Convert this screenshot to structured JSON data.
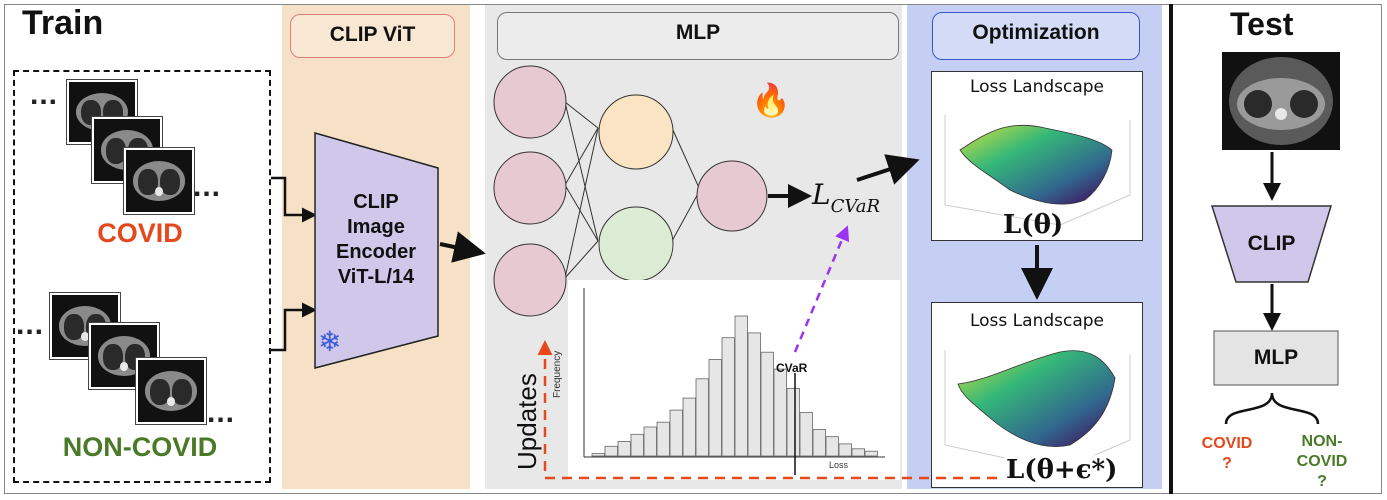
{
  "train": {
    "title": "Train",
    "covid_label": "COVID",
    "noncovid_label": "NON-COVID",
    "ellipsis": "..."
  },
  "clip_vit": {
    "title": "CLIP ViT",
    "encoder_lines": [
      "CLIP",
      "Image",
      "Encoder",
      "ViT-L/14"
    ]
  },
  "mlp": {
    "title": "MLP",
    "loss_main": "L",
    "loss_sub": "CVaR",
    "updates_label": "Updates",
    "histogram": {
      "cvar_label": "CVaR",
      "ylabel": "Frequency",
      "xlabel": "Loss"
    }
  },
  "optimization": {
    "title": "Optimization",
    "landscape_title_1": "Loss Landscape",
    "landscape_title_2": "Loss Landscape",
    "formula_1": "L(θ)",
    "formula_2": "L(θ+ϵ*)"
  },
  "test": {
    "title": "Test",
    "clip_label": "CLIP",
    "mlp_label": "MLP",
    "covid_out": "COVID",
    "covid_q": "?",
    "noncovid_out_1": "NON-",
    "noncovid_out_2": "COVID",
    "noncovid_q": "?"
  },
  "chart_data": {
    "type": "bar",
    "categories": [],
    "values": [
      1,
      4,
      6,
      9,
      12,
      14,
      19,
      24,
      32,
      40,
      49,
      58,
      51,
      43,
      36,
      28,
      18,
      11,
      8,
      5,
      3,
      2
    ],
    "xlabel": "Loss",
    "ylabel": "Frequency"
  },
  "colors": {
    "clip_panel": "#f6e1c6",
    "mlp_panel": "#e8e8e8",
    "opt_panel": "#c5cff3",
    "encoder_fill": "#cfc8eb",
    "node_pink": "#e7c9d2",
    "node_orange": "#fbe4c4",
    "node_green": "#dcecd4",
    "covid_red": "#e3491c",
    "noncovid_green": "#4a7a28",
    "update_arrow": "#e8491c",
    "cvar_arrow": "#9b33f0"
  },
  "icons": {
    "fire": "fire-icon",
    "snowflake": "snowflake-icon"
  }
}
